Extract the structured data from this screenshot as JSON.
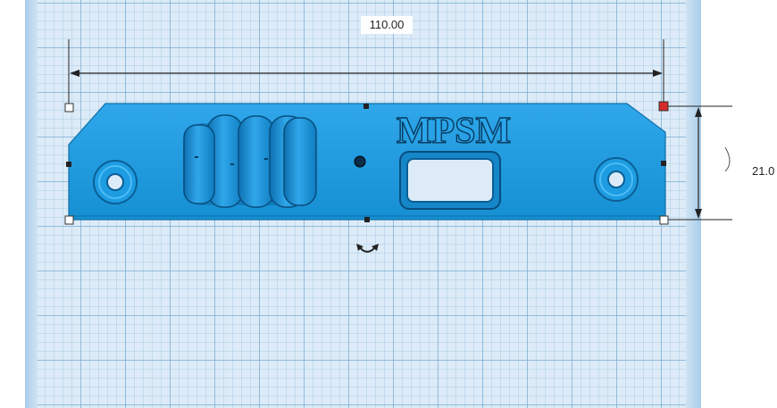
{
  "dimensions": {
    "width_label": "110.00",
    "height_label": "21.0"
  },
  "part": {
    "engraved_text": "MPSM",
    "color": "#1a9be0"
  },
  "colors": {
    "workplane": "#dcebf7",
    "grid_major": "#78aad2",
    "dimension_line": "#222222",
    "handle_selected": "#d62a2a",
    "handle_normal": "#ffffff"
  },
  "icons": {
    "rotate_handle": "rotate-arrow-icon"
  }
}
